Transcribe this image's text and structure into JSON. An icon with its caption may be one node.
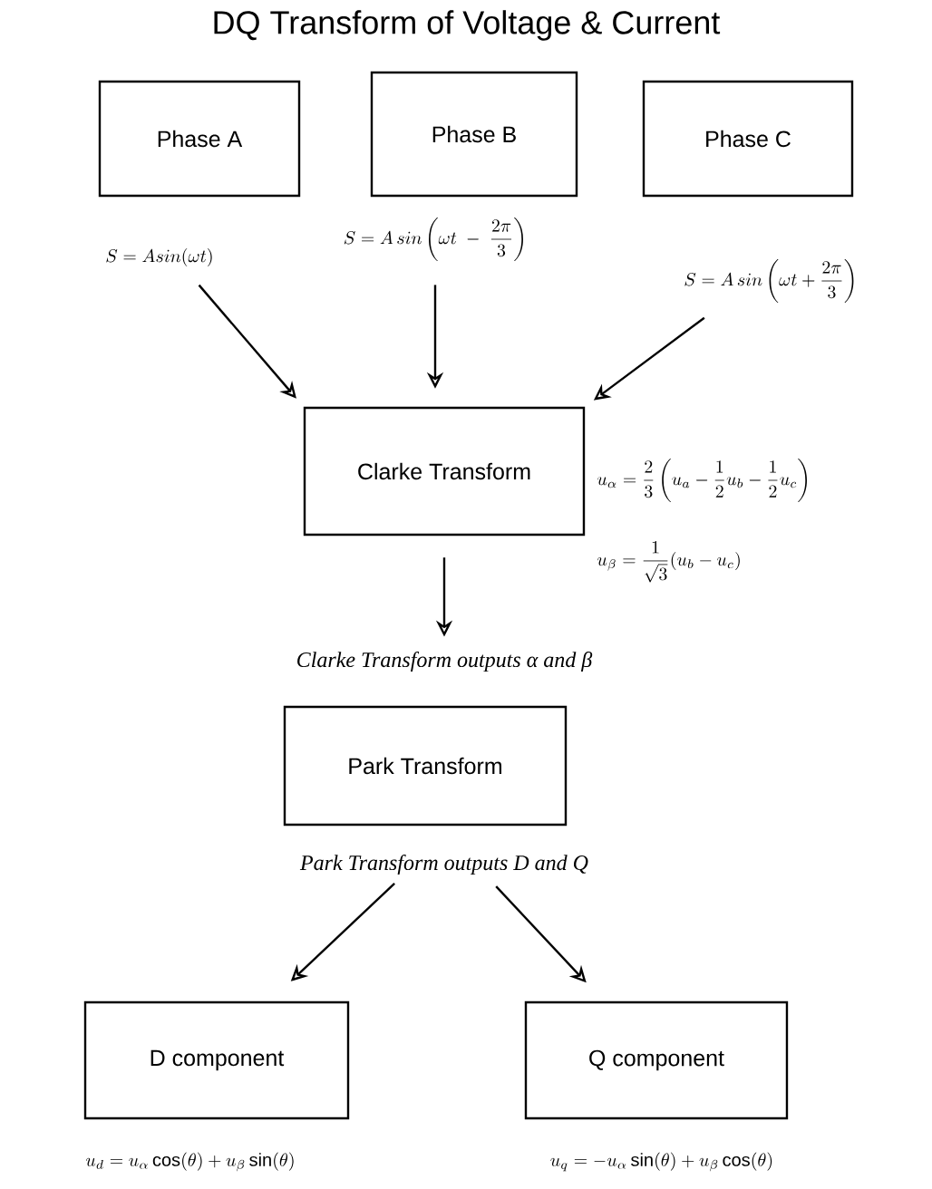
{
  "diagram": {
    "title": "DQ Transform of Voltage & Current",
    "nodes": [
      {
        "text": [
          "Phase A"
        ]
      },
      {
        "text": [
          "S = Asin(\\omega t)"
        ]
      },
      {
        "text": [
          "Phase B"
        ]
      },
      {
        "text": [
          "S = A\\,sin\\left(\\omega t\\ -\\ \\frac{2\\pi}{3}\\right)"
        ]
      },
      {
        "text": [
          "Phase C"
        ]
      },
      {
        "text": [
          "S = A\\,sin\\left(\\omega t+\\frac{2\\pi}{3}\\right)"
        ]
      },
      {
        "text": [
          "Clarke Transform"
        ],
        "beside": [
          "u_\\alpha = \\frac{2}{3}\\left(u_a - \\frac{1}{2}u_b - \\frac{1}{2}u_c\\right)",
          "u_\\beta = \\frac{1}{\\sqrt{3}}(u_b - u_c)"
        ]
      },
      {
        "text": [
          "Clarke Transform outputs α and β"
        ]
      },
      {
        "text": [
          "Park Transform"
        ]
      },
      {
        "text": [
          "Park Transform outputs D and Q"
        ]
      },
      {
        "text": [
          "D component"
        ],
        "beside": [
          "u_d = u_\\alpha\\cos(\\theta) + u_\\beta\\sin(\\theta)"
        ]
      },
      {
        "text": [
          "Q component"
        ],
        "beside": [
          "u_q = -u_\\alpha\\sin(\\theta) + u_\\beta\\cos(\\theta)"
        ]
      }
    ],
    "edges": [
      {
        "from": 1,
        "to": 6,
        "arrow": "to"
      },
      {
        "from": 3,
        "to": 6,
        "arrow": "to"
      },
      {
        "from": 5,
        "to": 6,
        "arrow": "to"
      },
      {
        "from": 6,
        "to": 7,
        "arrow": "to"
      },
      {
        "from": 9,
        "to": 10,
        "arrow": "to"
      },
      {
        "from": 9,
        "to": 11,
        "arrow": "to"
      }
    ]
  }
}
